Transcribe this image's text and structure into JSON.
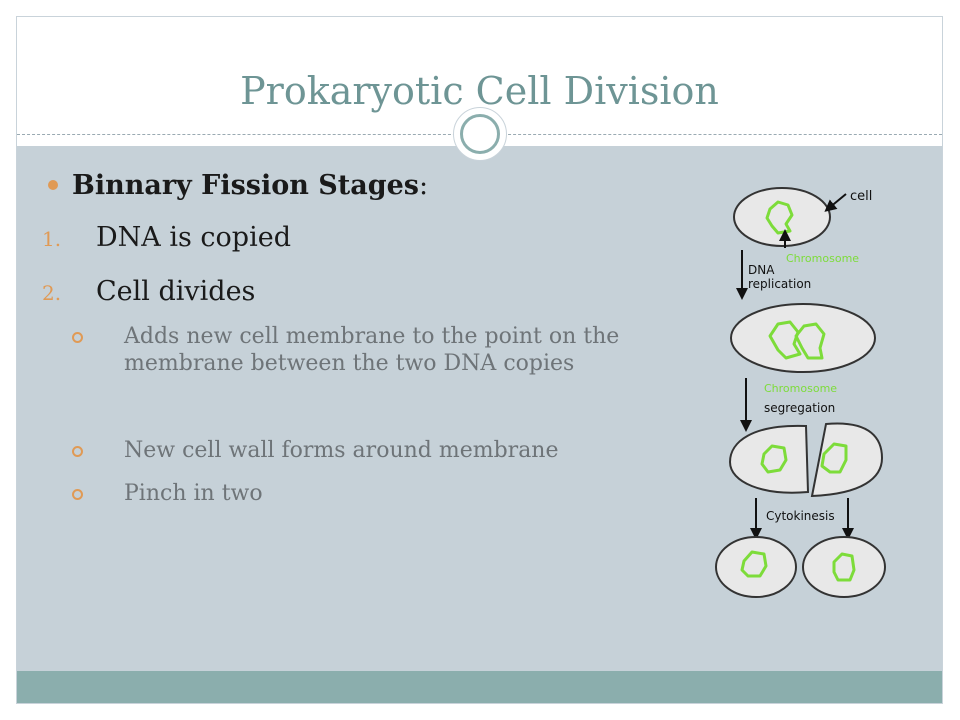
{
  "slide": {
    "title": "Prokaryotic Cell Division"
  },
  "content": {
    "heading_bold": "Binnary Fission Stages",
    "heading_suffix": ":",
    "steps": [
      {
        "number": "1.",
        "text": "DNA is copied"
      },
      {
        "number": "2.",
        "text": "Cell divides"
      }
    ],
    "sub_points": [
      "Adds new cell membrane to the point on the membrane between the two DNA copies",
      "New cell wall forms around membrane",
      "Pinch in two"
    ]
  },
  "diagram": {
    "label_cell": "cell",
    "label_chromosome_1": "Chromosome",
    "label_dna": "DNA",
    "label_replication": "replication",
    "label_chromosome_2": "Chromosome",
    "label_segregation": "segregation",
    "label_cytokinesis": "Cytokinesis",
    "colors": {
      "chromosome": "#7ddc3a",
      "cell_fill": "#e8e8e8",
      "cell_stroke": "#333333"
    }
  },
  "theme": {
    "title_color": "#6e9595",
    "accent": "#e09a55",
    "content_bg": "#c6d1d8",
    "footer_bg": "#8baead"
  }
}
